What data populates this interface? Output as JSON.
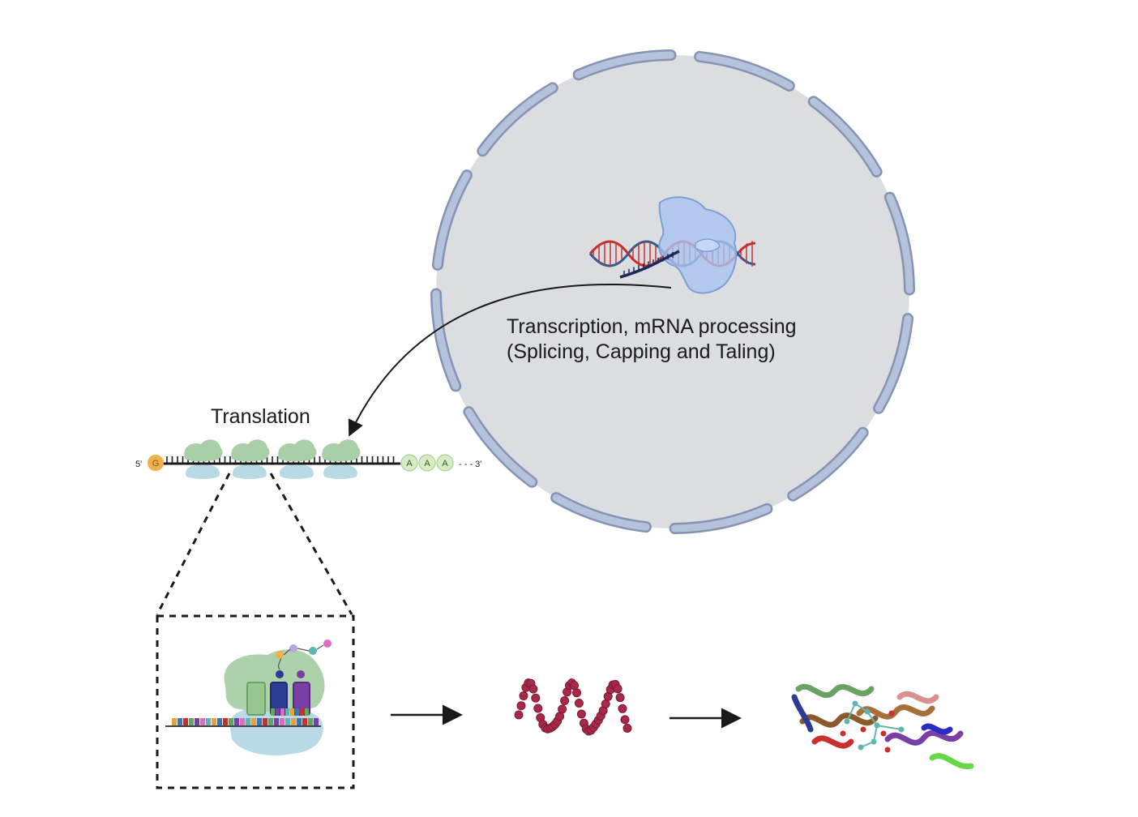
{
  "nucleus": {
    "line1": "Transcription, mRNA processing",
    "line2": "(Splicing, Capping and Taling)"
  },
  "translation": {
    "title": "Translation",
    "five_prime": "5'",
    "cap_letter": "G",
    "tail_letters": [
      "A",
      "A",
      "A"
    ],
    "three_prime": "- - - 3'"
  },
  "colors": {
    "nucleus_fill": "#dcdde0",
    "envelope": "#aab9d6",
    "envelope_stroke": "#8494b2",
    "ribosome_large": "#a9cfa6",
    "ribosome_small": "#b8d9e6",
    "polypeptide": "#a8294a",
    "cap": "#f0b14a",
    "tail": "#d5edc4"
  }
}
